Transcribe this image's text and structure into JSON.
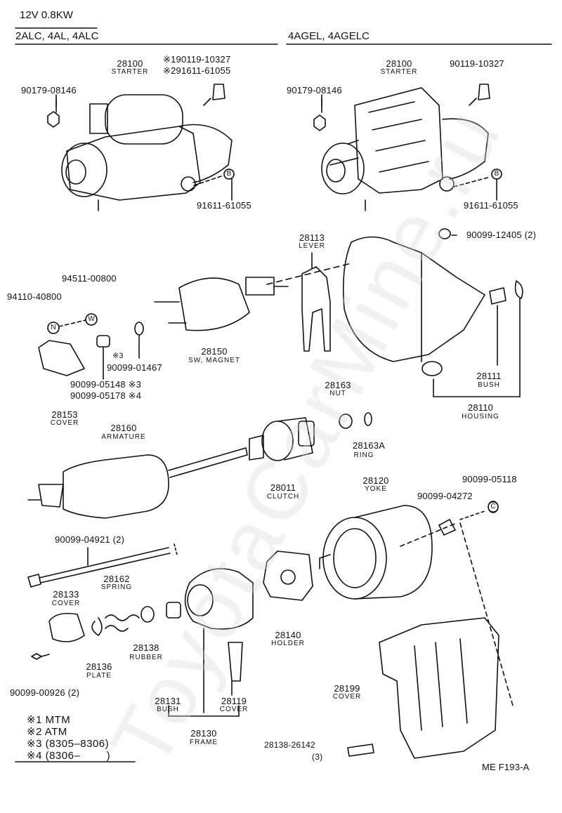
{
  "header": {
    "voltage": "12V 0.8KW",
    "left_models": "2ALC, 4AL, 4ALC",
    "right_models": "4AGEL, 4AGELC"
  },
  "parts": {
    "starter_left_no": "28100",
    "starter_left_name": "STARTER",
    "bolt_left_a": "※190119-10327",
    "bolt_left_b": "※291611-61055",
    "nut_left": "90179-08146",
    "stud_left": "91611-61055",
    "starter_right_no": "28100",
    "starter_right_name": "STARTER",
    "bolt_right": "90119-10327",
    "nut_right": "90179-08146",
    "stud_right": "91611-61055",
    "lever_no": "28113",
    "lever_name": "LEVER",
    "screw_housing": "90099-12405 (2)",
    "washer_w": "94511-00800",
    "nut_n": "94110-40800",
    "magnet_no": "28150",
    "magnet_name": "SW, MAGNET",
    "ring_small": "90099-01467",
    "note3_mark": "※3",
    "bush_a": "90099-05148 ※3",
    "bush_b": "90099-05178 ※4",
    "cover_no": "28153",
    "cover_name": "COVER",
    "bush_no": "28111",
    "bush_name": "BUSH",
    "housing_no": "28110",
    "housing_name": "HOUSING",
    "nut_no": "28163",
    "nut_name": "NUT",
    "ring_no": "28163A",
    "ring_name": "RING",
    "armature_no": "28160",
    "armature_name": "ARMATURE",
    "clutch_no": "28011",
    "clutch_name": "CLUTCH",
    "yoke_no": "28120",
    "yoke_name": "YOKE",
    "clip_c": "90099-05118",
    "screw_yoke": "90099-04272",
    "thru_bolt": "90099-04921 (2)",
    "spring_no": "28162",
    "spring_name": "SPRING",
    "endcover_no": "28133",
    "endcover_name": "COVER",
    "rubber_no": "28138",
    "rubber_name": "RUBBER",
    "plate_no": "28136",
    "plate_name": "PLATE",
    "screw_cover": "90099-00926 (2)",
    "holder_no": "28140",
    "holder_name": "HOLDER",
    "cover2_no": "28199",
    "cover2_name": "COVER",
    "fbush_no": "28131",
    "fbush_name": "BUSH",
    "fcover_no": "28119",
    "fcover_name": "COVER",
    "frame_no": "28130",
    "frame_name": "FRAME",
    "grommet": "28138-26142",
    "grommet_qty": "(3)"
  },
  "notes": [
    "※1 MTM",
    "※2 ATM",
    "※3 (8305–8306)",
    "※4 (8306–        )"
  ],
  "ref_code": "ME F193-A",
  "watermark": "ToyotaCarMine.ru",
  "circle_tags": [
    "B",
    "B",
    "N",
    "W",
    "C"
  ]
}
